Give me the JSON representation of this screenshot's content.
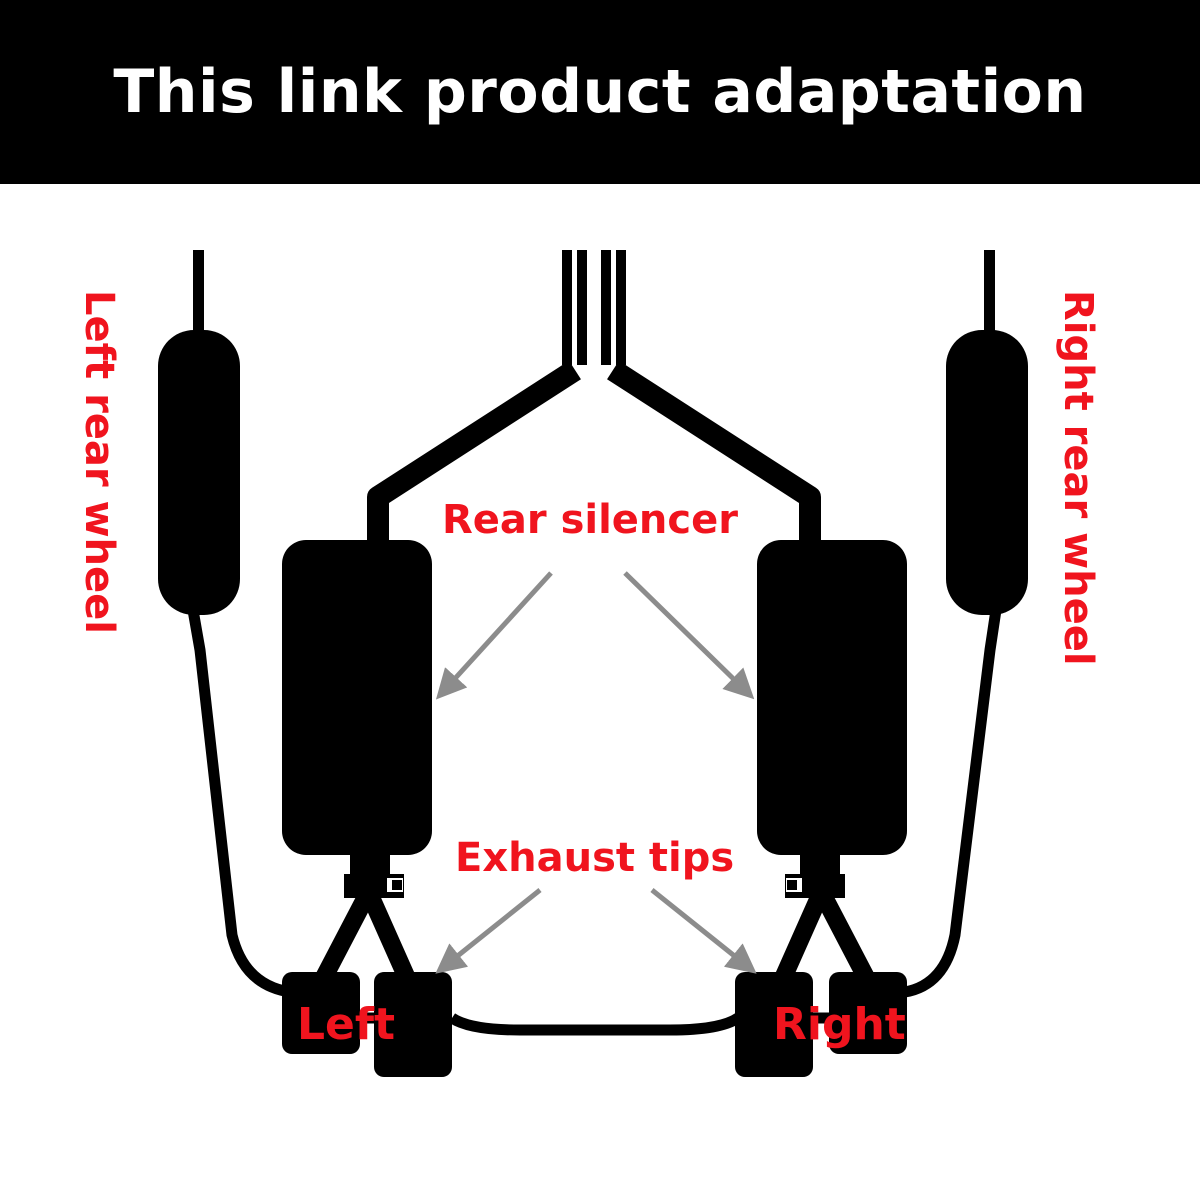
{
  "header": {
    "title": "This link product adaptation"
  },
  "labels": {
    "left_rear_wheel": "Left rear wheel",
    "right_rear_wheel": "Right rear wheel",
    "rear_silencer": "Rear silencer",
    "exhaust_tips": "Exhaust tips",
    "left": "Left",
    "right": "Right"
  },
  "colors": {
    "banner_bg": "#000000",
    "banner_text": "#ffffff",
    "label_red": "#f0141e",
    "pipe_black": "#000000",
    "arrow_gray": "#8c8c8c"
  }
}
